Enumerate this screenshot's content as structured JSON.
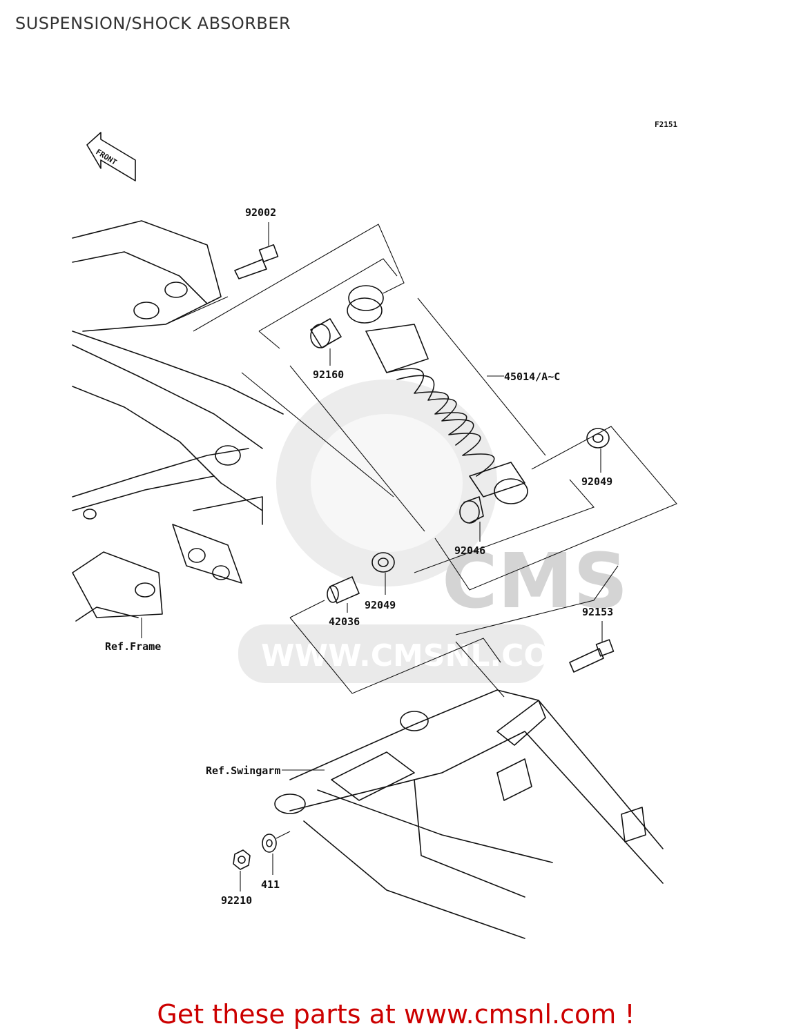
{
  "page": {
    "title": "SUSPENSION/SHOCK ABSORBER"
  },
  "diagram": {
    "figure_code": "F2151",
    "front_arrow_label": "FRONT",
    "parts": [
      {
        "number": "92002"
      },
      {
        "number": "92160"
      },
      {
        "number": "45014/A~C"
      },
      {
        "number": "92049"
      },
      {
        "number": "92046"
      },
      {
        "number": "92049"
      },
      {
        "number": "42036"
      },
      {
        "number": "92153"
      },
      {
        "number": "411"
      },
      {
        "number": "92210"
      }
    ],
    "references": [
      {
        "label": "Ref.Frame"
      },
      {
        "label": "Ref.Swingarm"
      }
    ]
  },
  "watermark": {
    "brand": "CMS",
    "url": "WWW.CMSNL.COM"
  },
  "footer": {
    "cta": "Get these parts at www.cmsnl.com !"
  }
}
